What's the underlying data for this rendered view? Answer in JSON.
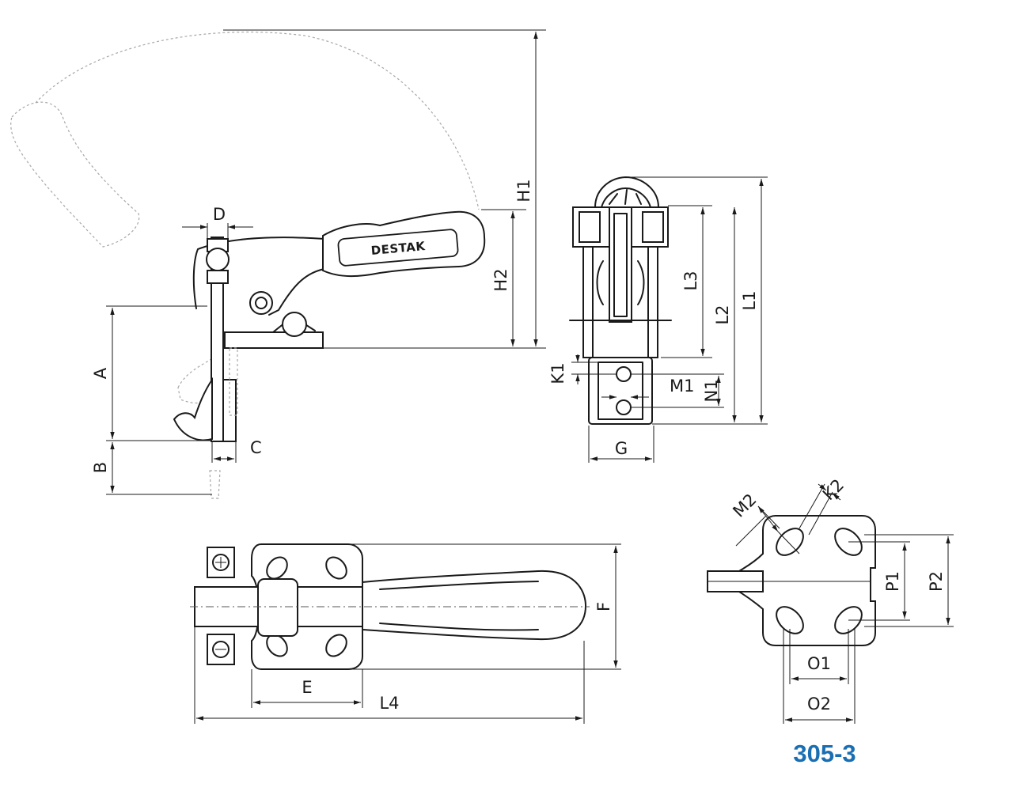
{
  "brand": {
    "logo_text": "DESTAK"
  },
  "model": {
    "code": "305-3",
    "color": "#1a6fb3"
  },
  "dimensions": {
    "H1": "H1",
    "H2": "H2",
    "D": "D",
    "A": "A",
    "B": "B",
    "C": "C",
    "L1": "L1",
    "L2": "L2",
    "L3": "L3",
    "K1": "K1",
    "M1": "M1",
    "N1": "N1",
    "G": "G",
    "F": "F",
    "E": "E",
    "L4": "L4",
    "M2": "M2",
    "K2": "K2",
    "P1": "P1",
    "P2": "P2",
    "O1": "O1",
    "O2": "O2"
  }
}
